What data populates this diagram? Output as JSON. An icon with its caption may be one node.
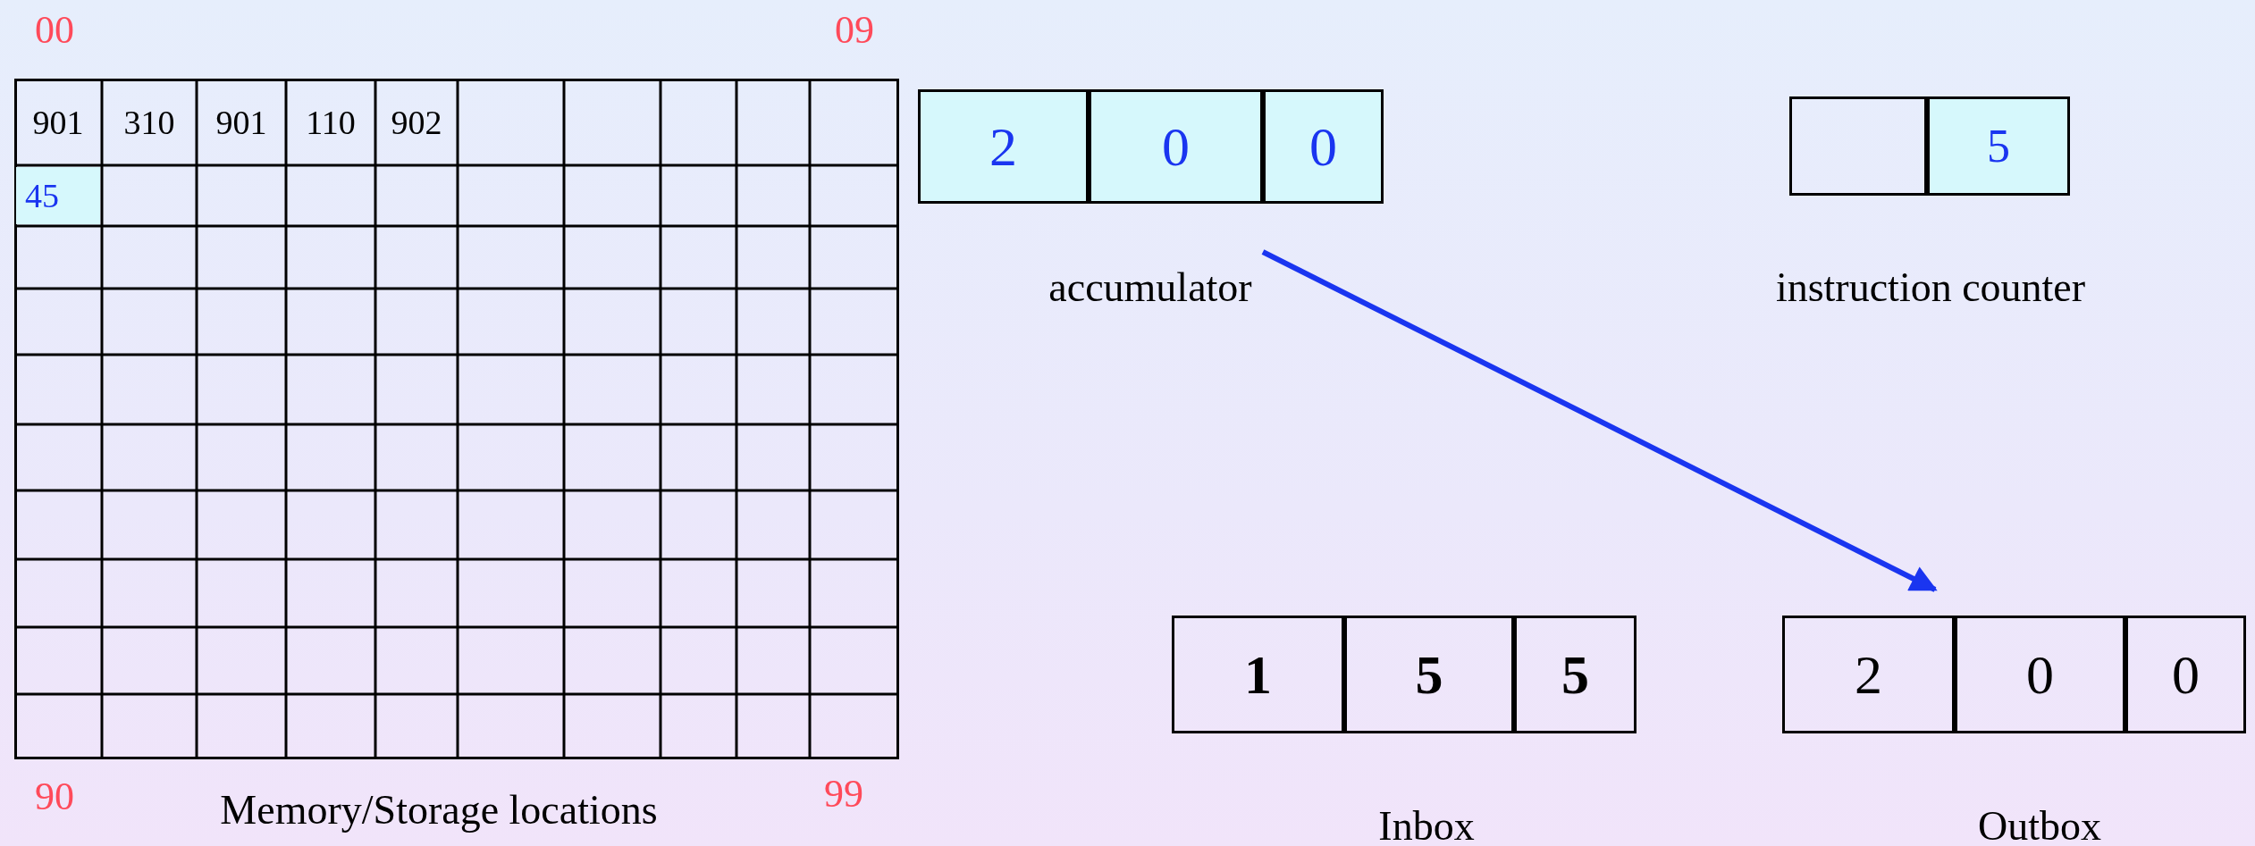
{
  "diagram": {
    "nodes": [
      {
        "text": [
          "Memory/Storage locations"
        ]
      },
      {
        "text": [
          "2",
          "0",
          "0",
          "accumulator"
        ]
      },
      {
        "text": [
          "5",
          "instruction counter"
        ]
      },
      {
        "text": [
          "1",
          "5",
          "5",
          "Inbox"
        ]
      },
      {
        "text": [
          "2",
          "0",
          "0",
          "Outbox"
        ]
      }
    ],
    "edges": [
      {
        "from": 1,
        "to": 4,
        "arrow": "to",
        "color": "#1a35f0"
      }
    ],
    "labels": [
      "00",
      "09",
      "901",
      "310",
      "901",
      "110",
      "902",
      "45",
      "90",
      "99"
    ]
  }
}
